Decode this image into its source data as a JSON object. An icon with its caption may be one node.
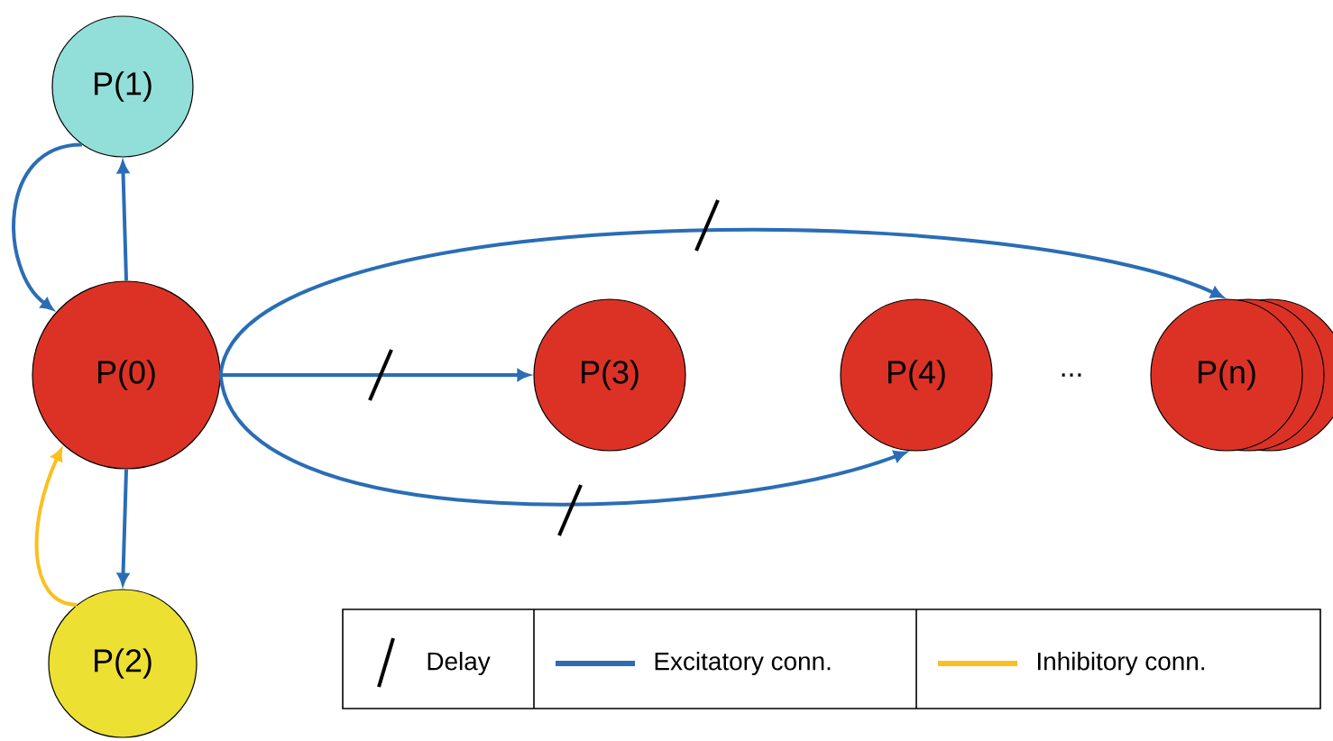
{
  "diagram": {
    "nodes": [
      {
        "text": [
          "P(1)"
        ]
      },
      {
        "text": [
          "P(0)"
        ]
      },
      {
        "text": [
          "P(2)"
        ]
      },
      {
        "text": [
          "P(3)"
        ]
      },
      {
        "text": [
          "P(4)"
        ]
      },
      {
        "text": [
          "P(n)"
        ]
      }
    ],
    "edges": [
      {
        "from": 1,
        "to": 0,
        "arrow": "to"
      },
      {
        "from": 0,
        "to": 1,
        "arrow": "to"
      },
      {
        "from": 1,
        "to": 2,
        "arrow": "to"
      },
      {
        "from": 2,
        "to": 1,
        "arrow": "to",
        "color": "#fbbf1f"
      },
      {
        "from": 1,
        "to": 3,
        "arrow": "to"
      },
      {
        "from": 1,
        "to": 4,
        "arrow": "to"
      },
      {
        "from": 1,
        "to": 5,
        "arrow": "to"
      }
    ],
    "labels": [
      "..."
    ],
    "legend": [
      {
        "text": "Delay"
      },
      {
        "text": "Excitatory conn.",
        "color": "#2a6db5"
      },
      {
        "text": "Inhibitory conn.",
        "color": "#fbbf1f"
      }
    ]
  }
}
